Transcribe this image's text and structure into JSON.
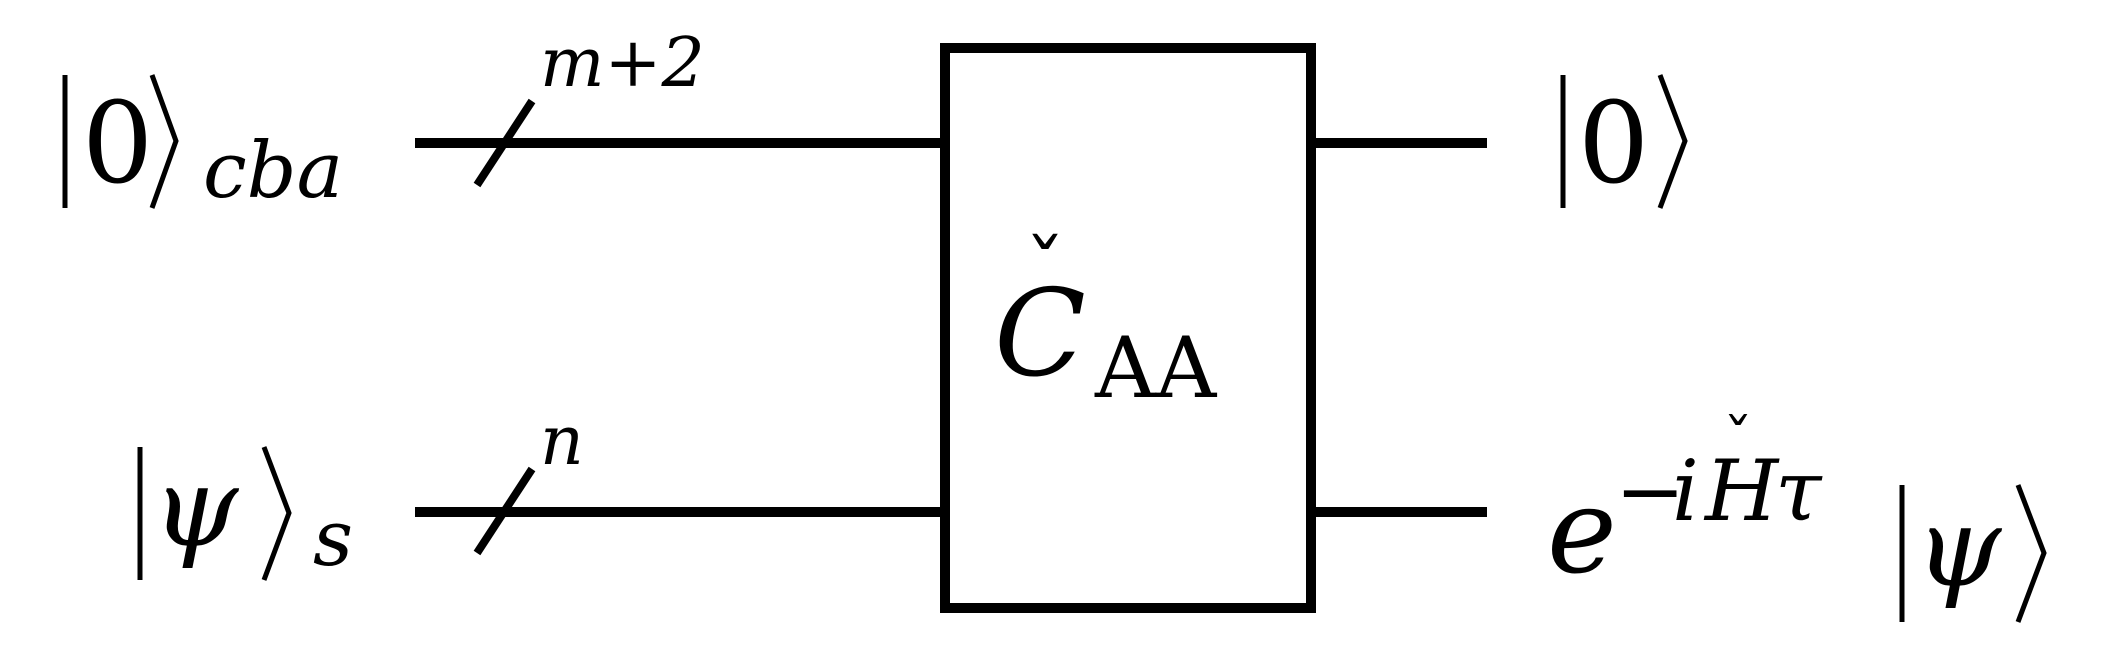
{
  "diagram": {
    "inputs": [
      {
        "ket": "0",
        "subscript": "cba"
      },
      {
        "ket": "ψ",
        "subscript": "s"
      }
    ],
    "bus_widths": [
      "m+2",
      "n"
    ],
    "gate": {
      "symbol": "C",
      "accent": "ˇ",
      "subscript": "AA"
    },
    "outputs": [
      {
        "ket": "0"
      },
      {
        "prefix": "e",
        "exponent_minus": "−",
        "exponent_i": "i",
        "exponent_H": "H",
        "exponent_accent": "ˇ",
        "exponent_tau": "τ",
        "ket": "ψ"
      }
    ]
  }
}
